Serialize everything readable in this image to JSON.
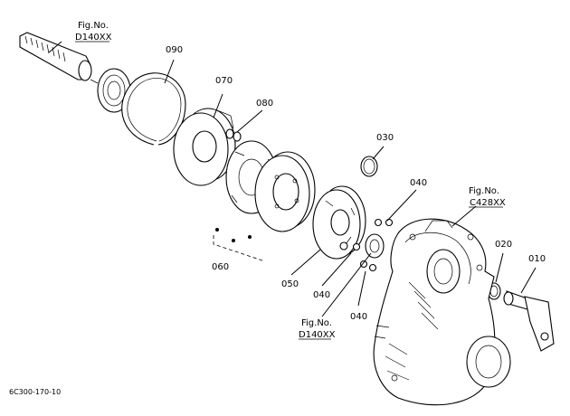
{
  "diagram": {
    "figure_code": "6C300-170-10",
    "refs": {
      "d140_top": [
        "Fig.No.",
        "D140XX"
      ],
      "c428": [
        "Fig.No.",
        "C428XX"
      ],
      "d140_bottom": [
        "Fig.No.",
        "D140XX"
      ]
    },
    "part_numbers": {
      "p090": "090",
      "p070": "070",
      "p080": "080",
      "p030": "030",
      "p040_top": "040",
      "p040_mid": "040",
      "p040_low": "040",
      "p060": "060",
      "p050": "050",
      "p020": "020",
      "p010": "010"
    }
  }
}
